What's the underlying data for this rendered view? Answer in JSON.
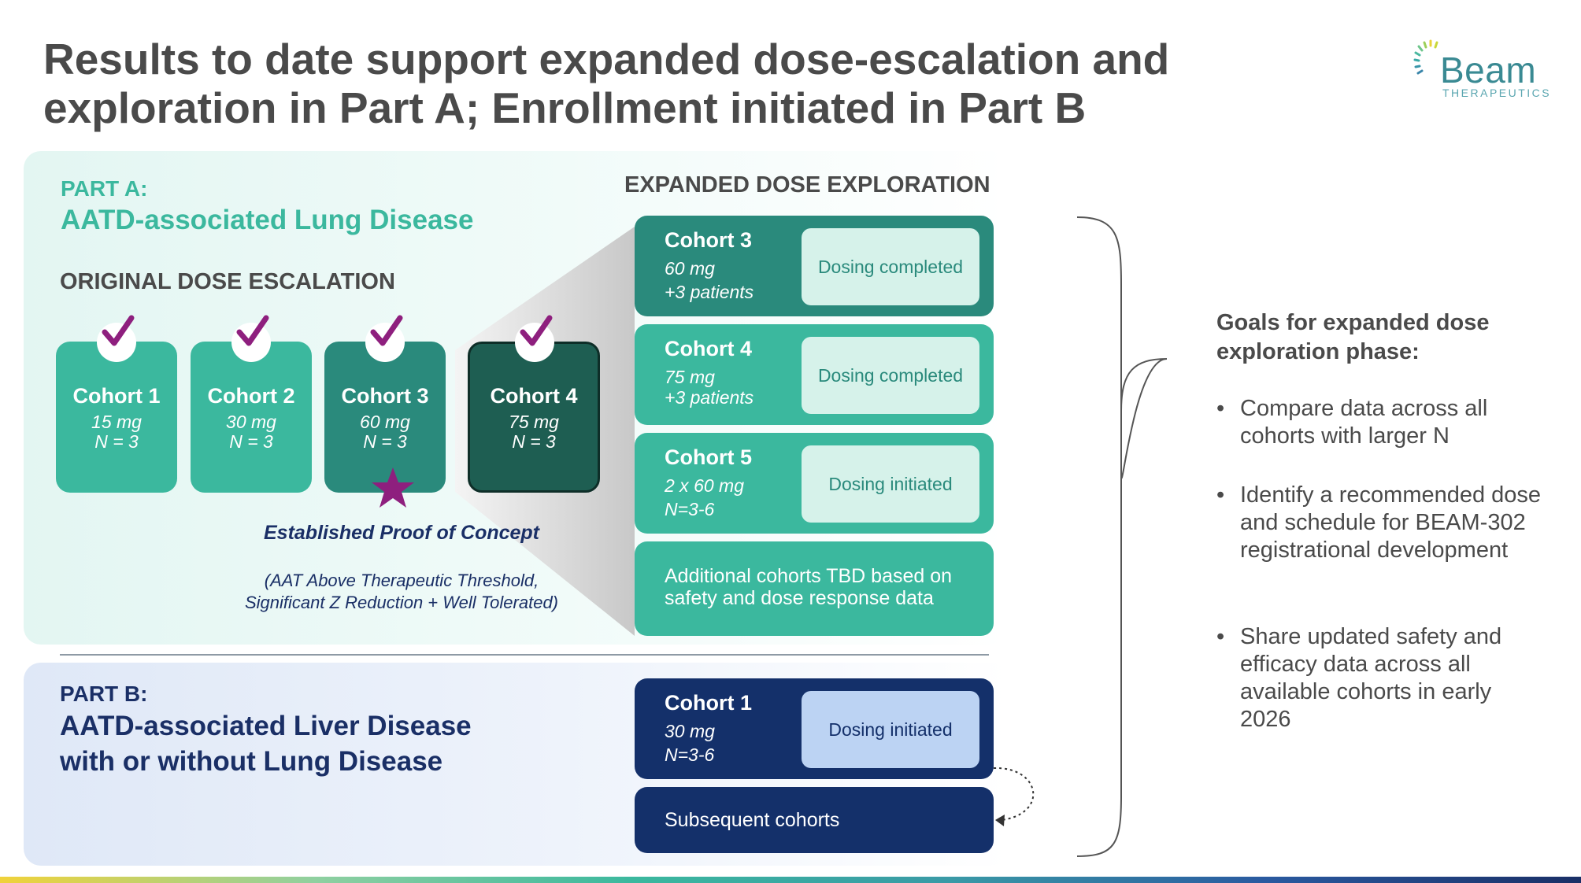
{
  "title": "Results to date support expanded dose-escalation and exploration in Part A; Enrollment initiated in Part B",
  "logo": {
    "name": "Beam",
    "sub": "THERAPEUTICS"
  },
  "part_a": {
    "label": "PART A:",
    "title": "AATD-associated Lung Disease",
    "original_heading": "ORIGINAL DOSE ESCALATION",
    "cohorts": [
      {
        "name": "Cohort 1",
        "dose": "15 mg",
        "n": "N = 3"
      },
      {
        "name": "Cohort 2",
        "dose": "30 mg",
        "n": "N = 3"
      },
      {
        "name": "Cohort 3",
        "dose": "60 mg",
        "n": "N = 3"
      },
      {
        "name": "Cohort 4",
        "dose": "75 mg",
        "n": "N = 3"
      }
    ],
    "proof_title": "Established Proof of Concept",
    "proof_detail": "(AAT Above Therapeutic Threshold, Significant Z Reduction + Well Tolerated)",
    "expanded_heading": "EXPANDED DOSE EXPLORATION",
    "expanded": [
      {
        "name": "Cohort 3",
        "dose": "60 mg",
        "n": "+3 patients",
        "status": "Dosing completed"
      },
      {
        "name": "Cohort 4",
        "dose": "75 mg",
        "n": "+3 patients",
        "status": "Dosing completed"
      },
      {
        "name": "Cohort 5",
        "dose": "2 x 60 mg",
        "n": "N=3-6",
        "status": "Dosing initiated"
      }
    ],
    "additional": "Additional cohorts TBD based on safety and dose response data"
  },
  "part_b": {
    "label": "PART B:",
    "title": "AATD-associated Liver Disease with or without Lung Disease",
    "cohort": {
      "name": "Cohort 1",
      "dose": "30 mg",
      "n": "N=3-6",
      "status": "Dosing initiated"
    },
    "subsequent": "Subsequent cohorts"
  },
  "goals": {
    "heading": "Goals for expanded dose exploration phase:",
    "items": [
      "Compare data across all cohorts with larger N",
      "Identify a recommended dose and schedule for BEAM-302 registrational development",
      "Share updated safety and efficacy data across all available cohorts in early 2026"
    ]
  },
  "colors": {
    "teal": "#3bb89e",
    "teal_dark": "#2a8a7c",
    "teal_darker": "#1e5e52",
    "navy": "#14306a",
    "mint": "#d6f2ea",
    "light_blue": "#bcd3f3",
    "purple": "#8e1f7e"
  },
  "icons": [
    "check-icon",
    "star-icon",
    "brace-icon",
    "dotted-arrow-icon"
  ]
}
